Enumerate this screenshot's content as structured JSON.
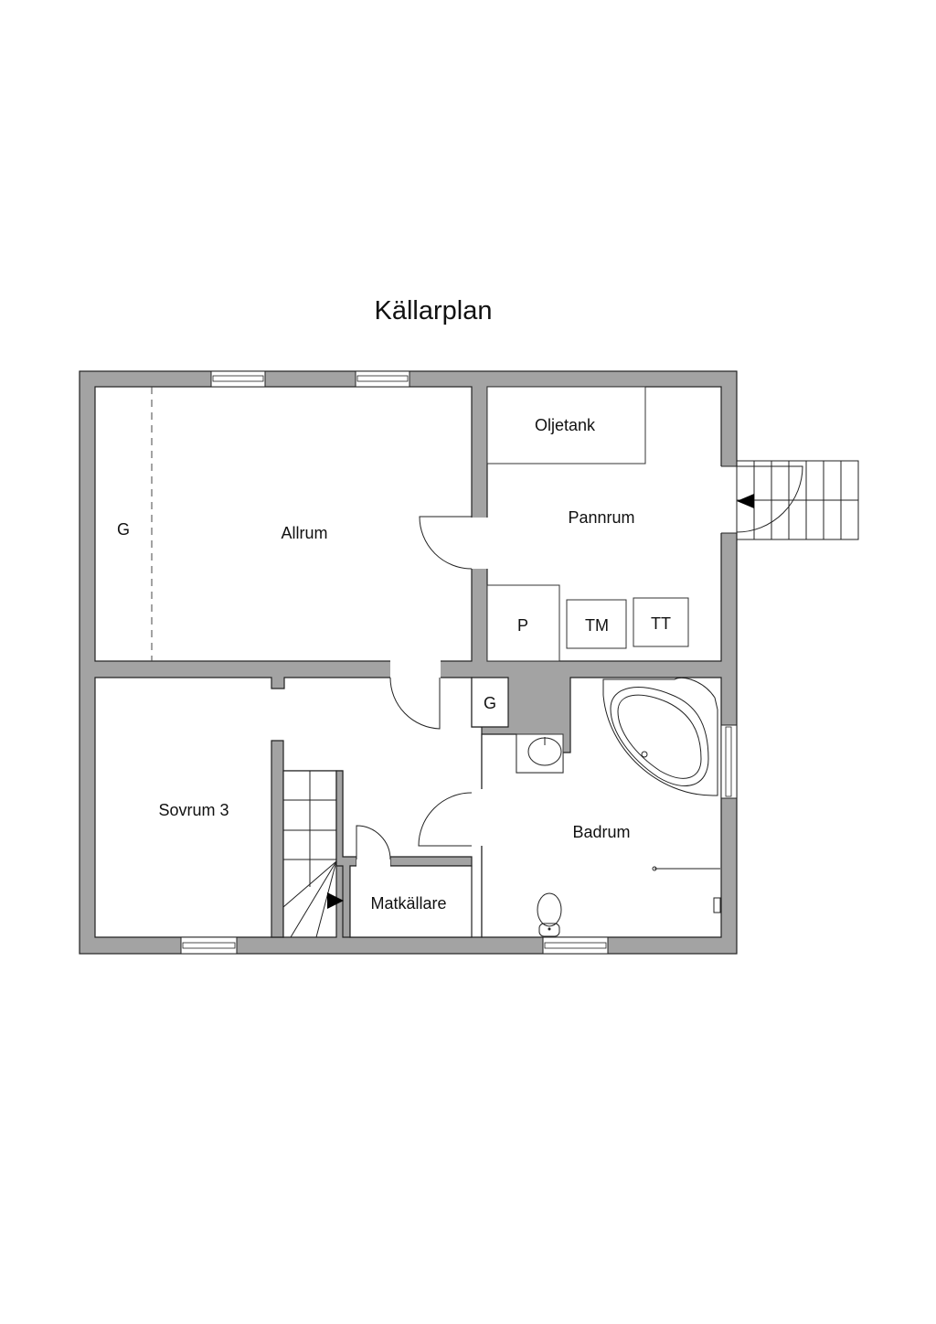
{
  "title": "Källarplan",
  "rooms": {
    "garage_left": "G",
    "allrum": "Allrum",
    "oljetank": "Oljetank",
    "pannrum": "Pannrum",
    "p": "P",
    "tm": "TM",
    "tt": "TT",
    "closet_g": "G",
    "sovrum3": "Sovrum 3",
    "badrum": "Badrum",
    "matkallare": "Matkällare"
  },
  "colors": {
    "wall": "#a3a3a3",
    "line": "#222222"
  }
}
